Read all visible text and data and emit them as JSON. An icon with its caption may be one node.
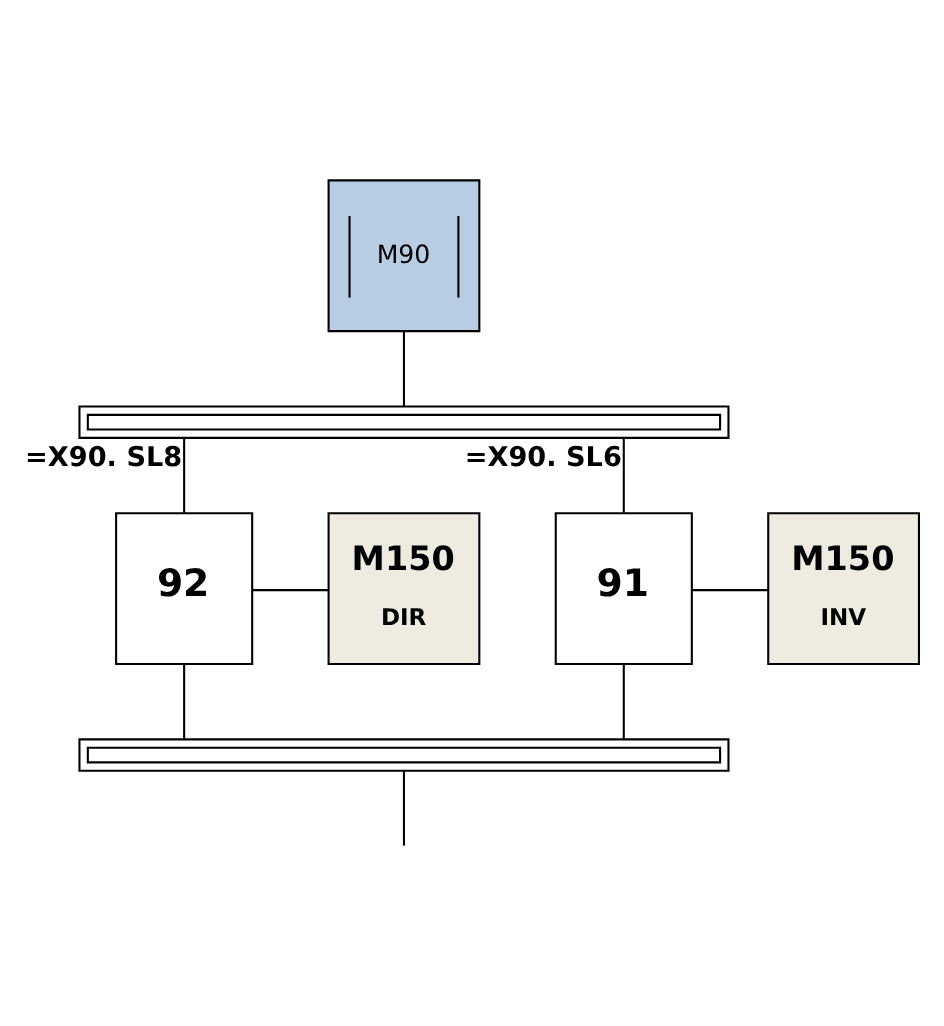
{
  "diagram": {
    "nodes": [
      {
        "text": [
          "M90"
        ]
      },
      {
        "text": [],
        "shape": "bar"
      },
      {
        "text": [
          "92"
        ]
      },
      {
        "text": [
          "M150",
          "DIR"
        ]
      },
      {
        "text": [
          "91"
        ]
      },
      {
        "text": [
          "M150",
          "INV"
        ]
      },
      {
        "text": [],
        "shape": "bar"
      }
    ],
    "edges": [
      {
        "from": 0,
        "to": 1,
        "arrow": "none"
      },
      {
        "from": 1,
        "to": 2,
        "arrow": "none",
        "label": "=X90. SL8"
      },
      {
        "from": 1,
        "to": 4,
        "arrow": "none",
        "label": "=X90. SL6"
      },
      {
        "from": 2,
        "to": 3,
        "arrow": "none"
      },
      {
        "from": 4,
        "to": 5,
        "arrow": "none"
      },
      {
        "from": 2,
        "to": 6,
        "arrow": "none"
      },
      {
        "from": 4,
        "to": 6,
        "arrow": "none"
      },
      {
        "from": 6,
        "to": null,
        "arrow": "none"
      }
    ]
  }
}
